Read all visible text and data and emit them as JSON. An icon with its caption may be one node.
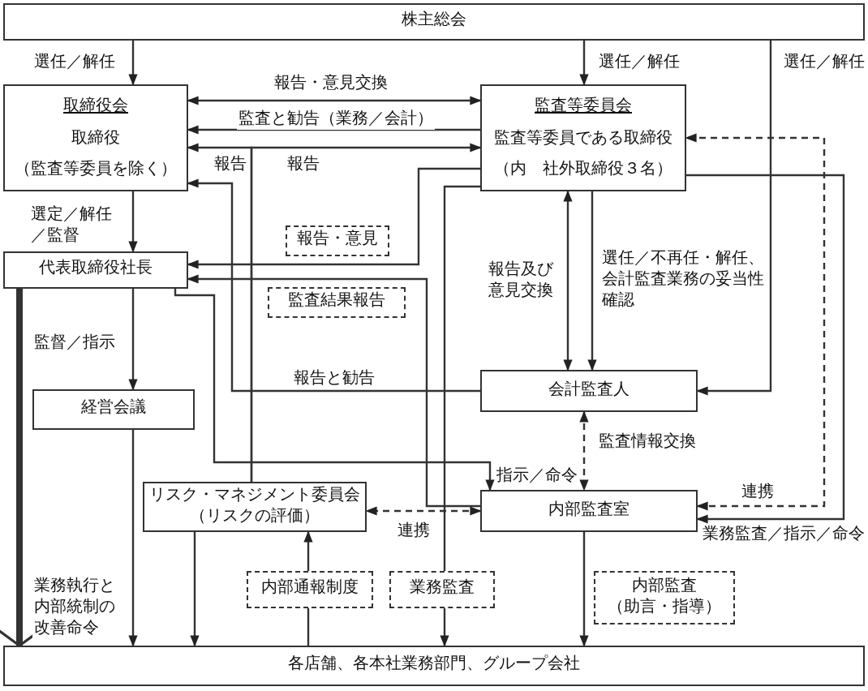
{
  "diagram": {
    "nodes": [
      {
        "text": [
          "株主総会"
        ]
      },
      {
        "text": [
          "取締役会",
          "取締役",
          "（監査等委員を除く）"
        ]
      },
      {
        "text": [
          "監査等委員会",
          "監査等委員である取締役",
          "（内　社外取締役３名）"
        ]
      },
      {
        "text": [
          "代表取締役社長"
        ]
      },
      {
        "text": [
          "報告・意見"
        ]
      },
      {
        "text": [
          "監査結果報告"
        ]
      },
      {
        "text": [
          "経営会議"
        ]
      },
      {
        "text": [
          "会計監査人"
        ]
      },
      {
        "text": [
          "リスク・マネジメント委員会",
          "（リスクの評価）"
        ]
      },
      {
        "text": [
          "内部監査室"
        ]
      },
      {
        "text": [
          "内部通報制度"
        ]
      },
      {
        "text": [
          "業務監査"
        ]
      },
      {
        "text": [
          "内部監査",
          "（助言・指導）"
        ]
      },
      {
        "text": [
          "各店舗、各本社業務部門、グループ会社"
        ]
      }
    ],
    "edges": [
      {
        "from": 0,
        "to": 1,
        "arrow": "to",
        "label": "選任／解任"
      },
      {
        "from": 0,
        "to": 2,
        "arrow": "to",
        "label": "選任／解任"
      },
      {
        "from": 0,
        "to": 7,
        "arrow": "to",
        "label": "選任／解任"
      },
      {
        "from": 2,
        "to": 1,
        "arrow": "both",
        "label": "報告・意見交換"
      },
      {
        "from": 2,
        "to": 1,
        "arrow": "to",
        "label": "監査と勧告（業務／会計）"
      },
      {
        "from": 8,
        "to": 1,
        "arrow": "to",
        "label": "報告"
      },
      {
        "from": 8,
        "to": 2,
        "arrow": "to",
        "label": "報告"
      },
      {
        "from": 1,
        "to": 3,
        "arrow": "to",
        "label": "選定／解任／監督"
      },
      {
        "from": 2,
        "to": 3,
        "arrow": "to"
      },
      {
        "from": 9,
        "to": 3,
        "arrow": "to"
      },
      {
        "from": 3,
        "to": 9,
        "arrow": "to",
        "label": "指示／命令"
      },
      {
        "from": 7,
        "to": 1,
        "arrow": "to",
        "label": "報告と勧告"
      },
      {
        "from": 3,
        "to": 6,
        "arrow": "to",
        "label": "監督／指示"
      },
      {
        "from": 6,
        "to": 13,
        "arrow": "to"
      },
      {
        "from": 8,
        "to": 13,
        "arrow": "to"
      },
      {
        "from": 13,
        "to": 10,
        "arrow": "none"
      },
      {
        "from": 10,
        "to": 8,
        "arrow": "to"
      },
      {
        "from": 2,
        "to": 11,
        "arrow": "none"
      },
      {
        "from": 11,
        "to": 13,
        "arrow": "to"
      },
      {
        "from": 7,
        "to": 2,
        "arrow": "both",
        "label": "報告及び意見交換"
      },
      {
        "from": 2,
        "to": 7,
        "arrow": "to",
        "label": "選任／不再任・解任、会計監査業務の妥当性確認"
      },
      {
        "from": 7,
        "to": 9,
        "arrow": "both",
        "label": "監査情報交換",
        "style": "dashed"
      },
      {
        "from": 9,
        "to": 2,
        "arrow": "both",
        "label": "連携",
        "style": "dashed"
      },
      {
        "from": 2,
        "to": 9,
        "arrow": "to",
        "label": "業務監査／指示／命令"
      },
      {
        "from": 9,
        "to": 8,
        "arrow": "both",
        "label": "連携",
        "style": "dashed"
      },
      {
        "from": 9,
        "to": 13,
        "arrow": "to"
      },
      {
        "from": 3,
        "to": 13,
        "arrow": "to",
        "label": "業務執行と内部統制の改善命令",
        "style": "thick"
      }
    ]
  }
}
